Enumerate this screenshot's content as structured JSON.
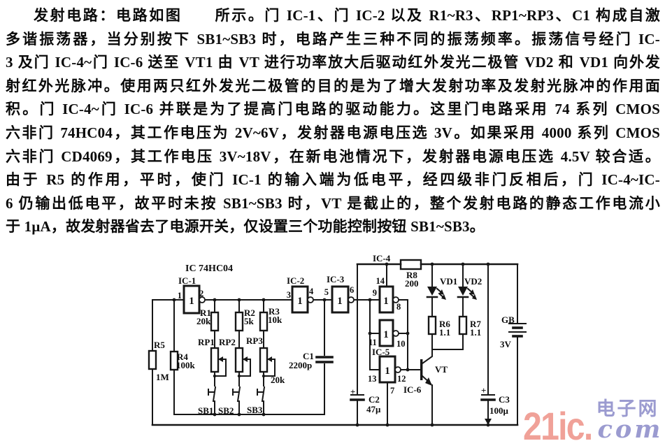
{
  "article": {
    "lines": [
      "发射电路：电路如图　　所示。门 IC-1、门 IC-2 以及 R1~R3、RP1~RP3、C1 构成自激",
      "多谐振荡器，当分别按下 SB1~SB3 时，电路产生三种不同的振荡频率。振荡信号经门 IC-",
      "3 及门 IC-4~门 IC-6 送至 VT1 由 VT 进行功率放大后驱动红外发光二极管 VD2 和 VD1 向外发",
      "射红外光脉冲。使用两只红外发光二极管的目的是为了增大发射功率及发射光脉冲的作用面",
      "积。门 IC-4~门 IC-6 并联是为了提高门电路的驱动能力。这里门电路采用 74 系列 CMOS",
      "六非门 74HC04，其工作电压为 2V~6V，发射器电源电压选 3V。如果采用 4000 系列 CMOS",
      "六非门 CD4069，其工作电压 3V~18V，在新电池情况下，发射器电源电压选 4.5V 较合适。",
      "由于 R5 的作用，平时，使门 IC-1 的输入端为低电平，经四级非门反相后，门 IC-4~IC-",
      "6 仍输出低电平，故平时未按 SB1~SB3 时，VT 是截止的，整个发射电路的静态工作电流小",
      "于 1μA，故发射器省去了电源开关，仅设置三个功能控制按钮 SB1~SB3。"
    ]
  },
  "schematic": {
    "chip_caption": "IC 74HC04",
    "gates": {
      "ic1": "IC-1",
      "ic2": "IC-2",
      "ic3": "IC-3",
      "ic4": "IC-4",
      "ic5": "IC-5",
      "ic6": "IC-6",
      "symbol": "1"
    },
    "pins": {
      "p1": "1",
      "p2": "2",
      "p3": "3",
      "p4": "4",
      "p5": "5",
      "p6": "6",
      "p7": "7",
      "p8": "8",
      "p9": "9",
      "p10": "10",
      "p11": "11",
      "p12": "12",
      "p13": "13",
      "p14": "14"
    },
    "resistors": {
      "r1": "R1",
      "r1_value": "20k",
      "r2": "R2",
      "r2_value": "5k",
      "r3": "R3",
      "r3_value": "10k",
      "r4": "R4",
      "r4_value": "100k",
      "r5": "R5",
      "r5_value": "1M",
      "r6": "R6",
      "r6_value": "1.1",
      "r7": "R7",
      "r7_value": "1.1",
      "r8": "R8",
      "r8_value": "200"
    },
    "potentiometers": {
      "rp1": "RP1",
      "rp2": "RP2",
      "rp3": "RP3",
      "rp_value": "20k"
    },
    "capacitors": {
      "c1": "C1",
      "c1_value": "2200p",
      "c2": "C2",
      "c2_value": "47μ",
      "c2_polarity": "+",
      "c3": "C3",
      "c3_value": "100μ",
      "c3_polarity": "+"
    },
    "diodes": {
      "vd1": "VD1",
      "vd2": "VD2"
    },
    "transistor": {
      "vt": "VT"
    },
    "buttons": {
      "sb1": "SB1",
      "sb2": "SB2",
      "sb3": "SB3"
    },
    "battery": {
      "gb": "GB",
      "voltage": "3V"
    }
  },
  "watermark": {
    "brand": "21ic.",
    "site_cn": "电子网",
    "site_en": "com",
    "color_brand": "#f0a198",
    "color_site": "#9b9bd0"
  }
}
